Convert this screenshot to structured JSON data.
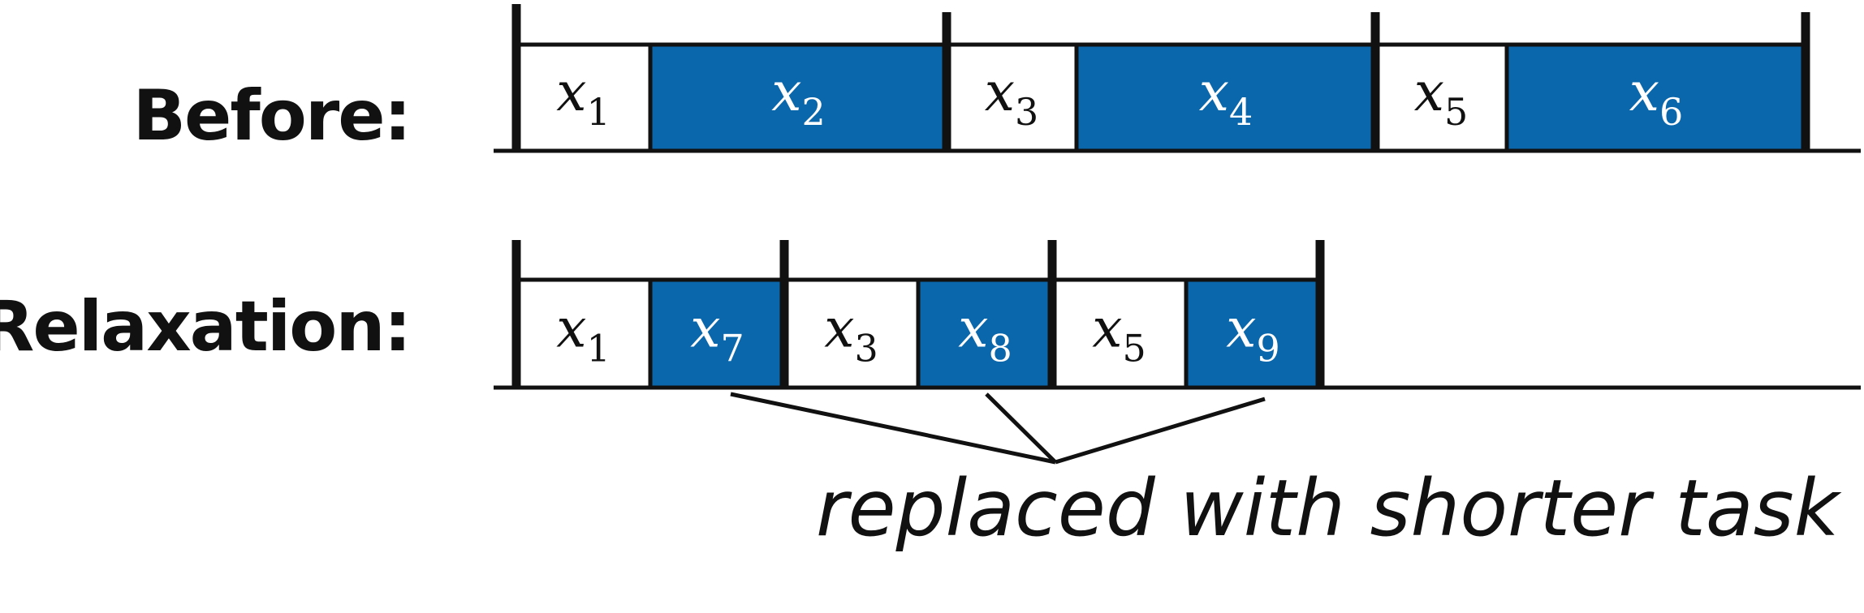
{
  "rows": [
    {
      "label": "Before:",
      "groups": [
        {
          "tasks": [
            {
              "var": "x",
              "sub": "1",
              "filled": false
            },
            {
              "var": "x",
              "sub": "2",
              "filled": true
            }
          ]
        },
        {
          "tasks": [
            {
              "var": "x",
              "sub": "3",
              "filled": false
            },
            {
              "var": "x",
              "sub": "4",
              "filled": true
            }
          ]
        },
        {
          "tasks": [
            {
              "var": "x",
              "sub": "5",
              "filled": false
            },
            {
              "var": "x",
              "sub": "6",
              "filled": true
            }
          ]
        }
      ]
    },
    {
      "label": "Relaxation:",
      "groups": [
        {
          "tasks": [
            {
              "var": "x",
              "sub": "1",
              "filled": false
            },
            {
              "var": "x",
              "sub": "7",
              "filled": true
            }
          ]
        },
        {
          "tasks": [
            {
              "var": "x",
              "sub": "3",
              "filled": false
            },
            {
              "var": "x",
              "sub": "8",
              "filled": true
            }
          ]
        },
        {
          "tasks": [
            {
              "var": "x",
              "sub": "5",
              "filled": false
            },
            {
              "var": "x",
              "sub": "9",
              "filled": true
            }
          ]
        }
      ]
    }
  ],
  "annotation": "replaced with shorter task",
  "colors": {
    "filled_task": "#0b67ab",
    "empty_task": "#ffffff",
    "line": "#111111",
    "filled_text": "#ffffff",
    "empty_text": "#111111"
  }
}
